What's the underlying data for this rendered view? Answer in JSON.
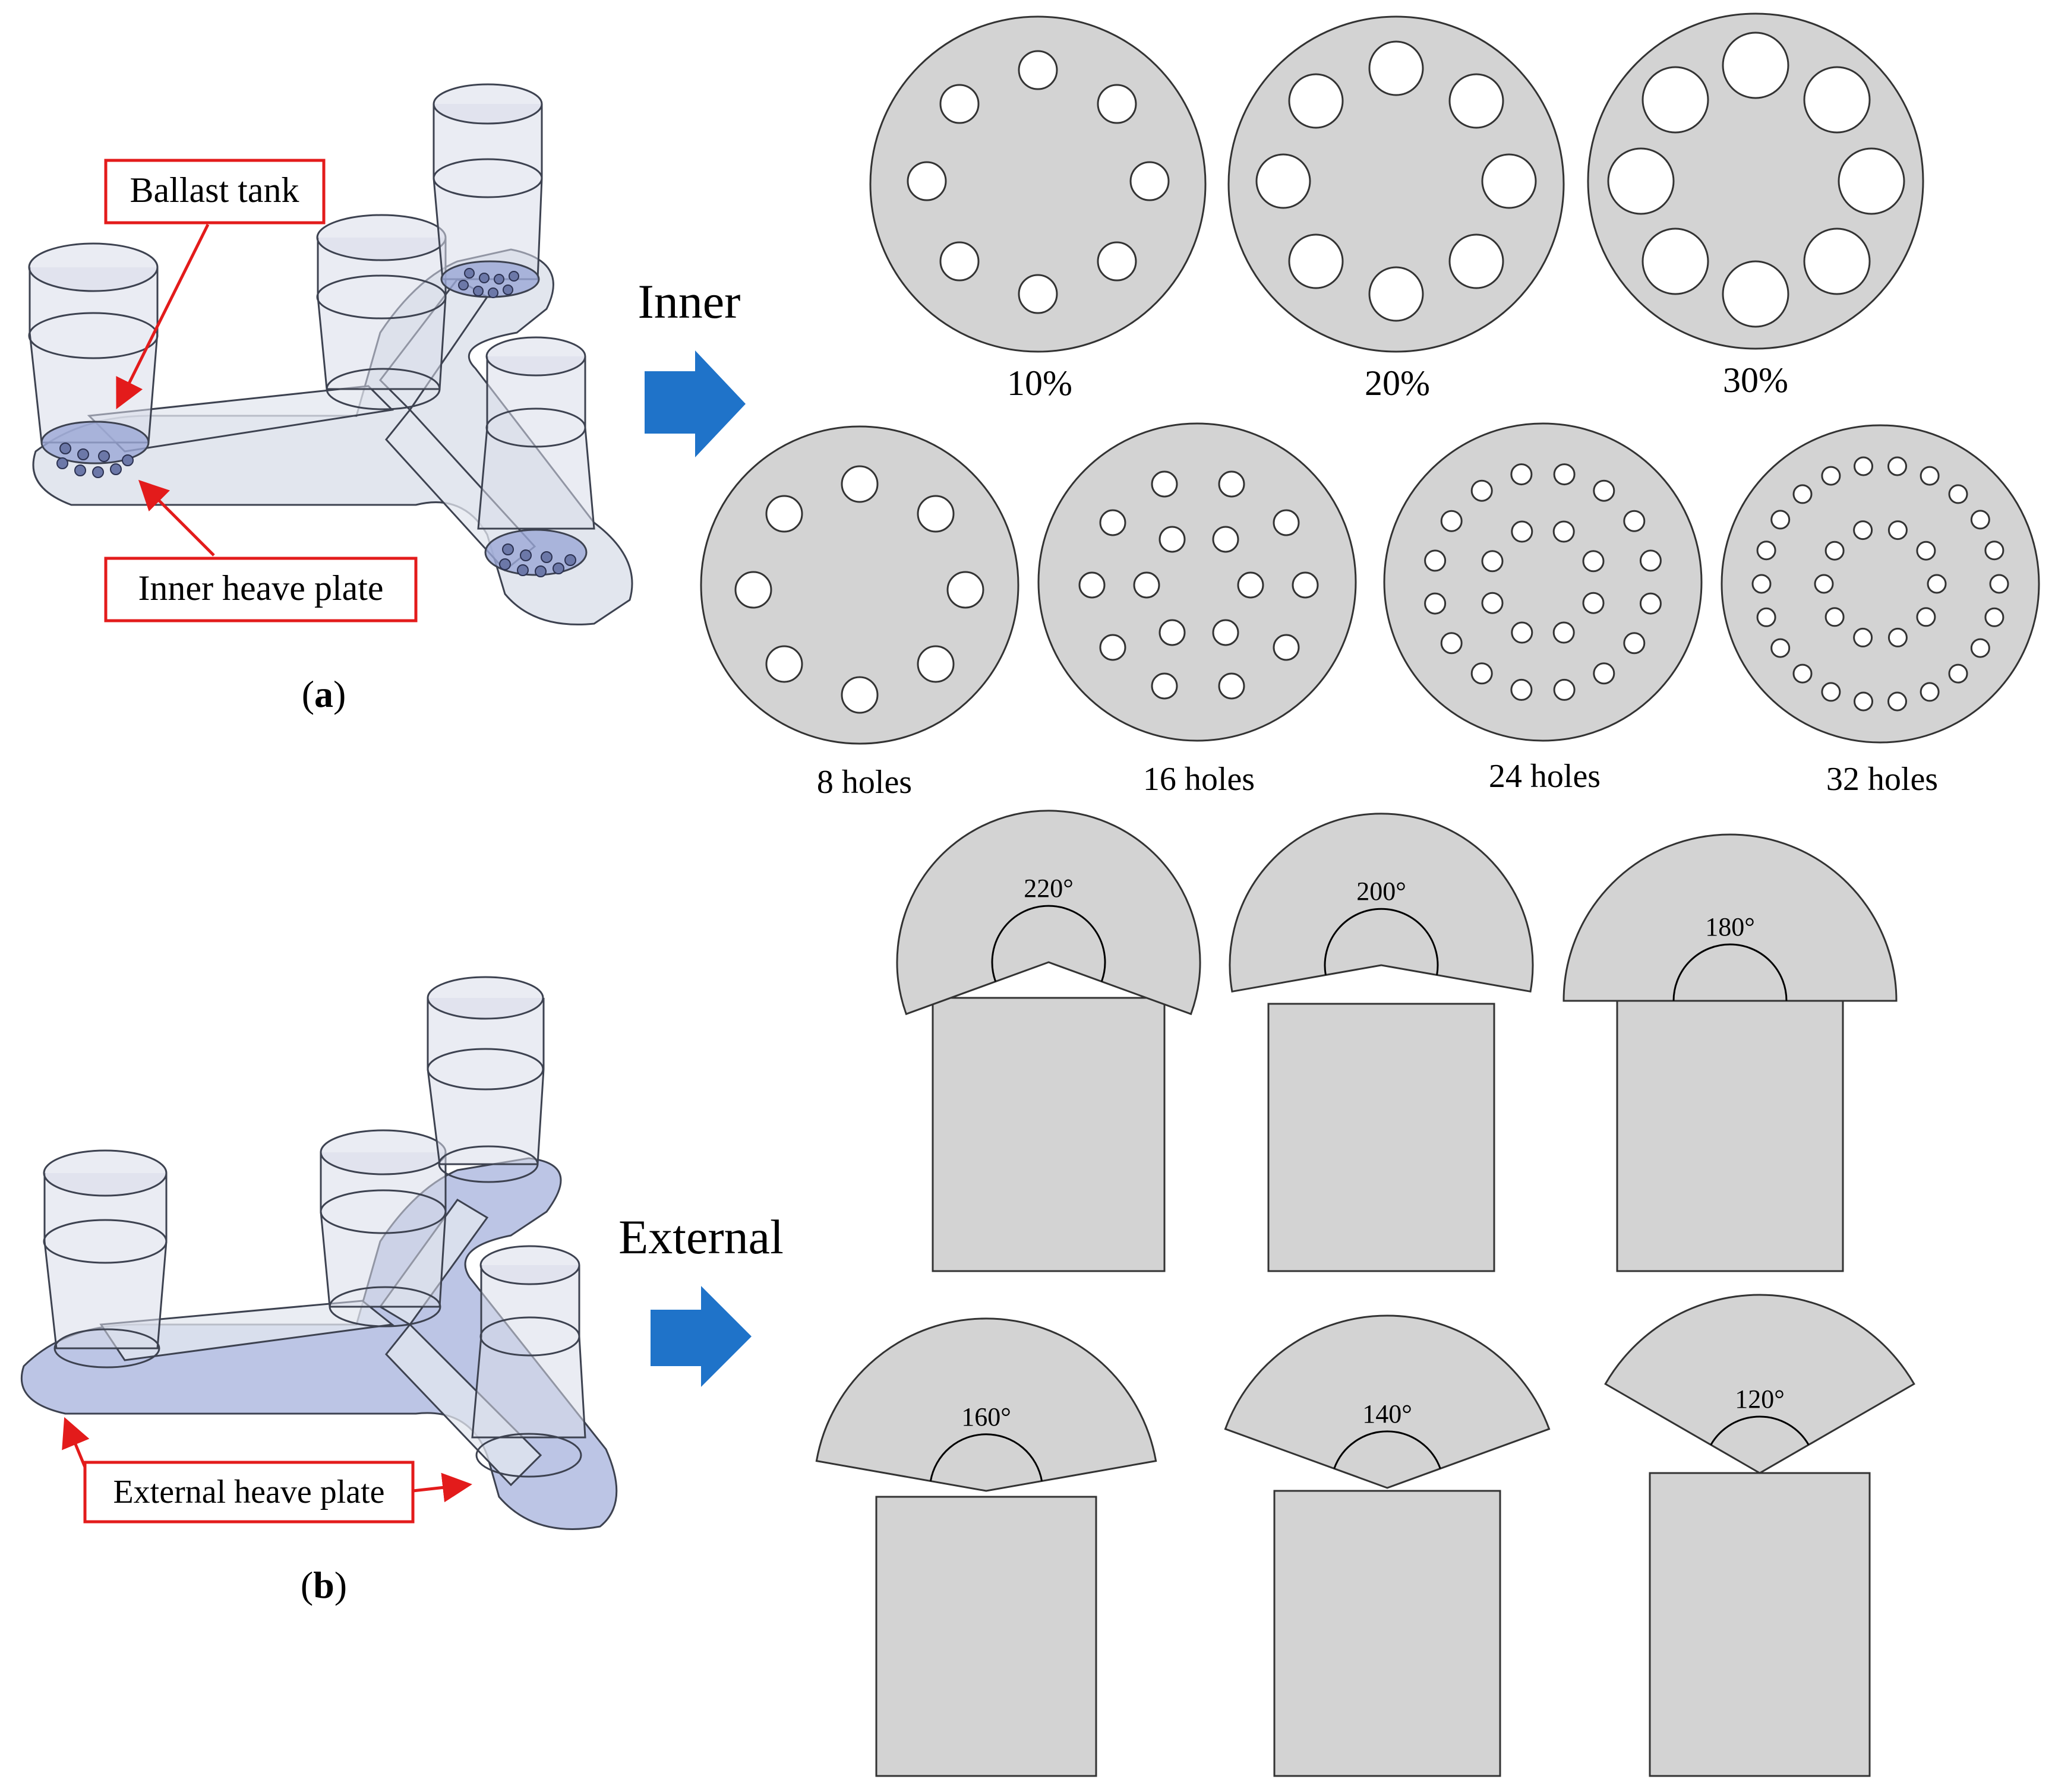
{
  "panel_a": {
    "callout_ballast": "Ballast tank",
    "callout_inner": "Inner heave plate",
    "label_letter": "a"
  },
  "panel_b": {
    "callout_external": "External heave plate",
    "label_letter": "b"
  },
  "arrows": {
    "inner_label": "Inner",
    "external_label": "External"
  },
  "inner_plates": {
    "porosity": [
      {
        "label": "10%",
        "holes": 8
      },
      {
        "label": "20%",
        "holes": 8
      },
      {
        "label": "30%",
        "holes": 8
      }
    ],
    "hole_count": [
      {
        "label": "8 holes",
        "holes": 8
      },
      {
        "label": "16 holes",
        "holes": 16
      },
      {
        "label": "24 holes",
        "holes": 24
      },
      {
        "label": "32 holes",
        "holes": 32
      }
    ]
  },
  "external_plates": [
    {
      "angle_label": "220°",
      "angle": 220
    },
    {
      "angle_label": "200°",
      "angle": 200
    },
    {
      "angle_label": "180°",
      "angle": 180
    },
    {
      "angle_label": "160°",
      "angle": 160
    },
    {
      "angle_label": "140°",
      "angle": 140
    },
    {
      "angle_label": "120°",
      "angle": 120
    }
  ],
  "colors": {
    "plate_fill": "#d3d3d3",
    "callout_red": "#e31b1b",
    "arrow_blue": "#1f73c9",
    "structure_fill": "#d8dde8",
    "plate_blue": "#9ba8d6"
  }
}
